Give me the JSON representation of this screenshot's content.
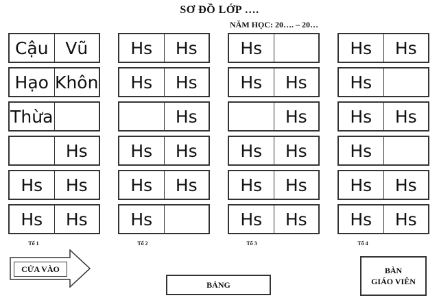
{
  "title": "SƠ ĐỒ LỚP ….",
  "subtitle": "NĂM HỌC: 20…. – 20…",
  "groups": [
    {
      "label": "Tổ 1",
      "rows": [
        [
          "Cậu",
          "Vũ"
        ],
        [
          "Hạo",
          "Khôn"
        ],
        [
          "Thừa",
          ""
        ],
        [
          "",
          "Hs"
        ],
        [
          "Hs",
          "Hs"
        ],
        [
          "Hs",
          "Hs"
        ]
      ]
    },
    {
      "label": "Tổ 2",
      "rows": [
        [
          "Hs",
          "Hs"
        ],
        [
          "Hs",
          "Hs"
        ],
        [
          "",
          "Hs"
        ],
        [
          "Hs",
          "Hs"
        ],
        [
          "Hs",
          "Hs"
        ],
        [
          "Hs",
          ""
        ]
      ]
    },
    {
      "label": "Tổ 3",
      "rows": [
        [
          "Hs",
          ""
        ],
        [
          "Hs",
          "Hs"
        ],
        [
          "",
          "Hs"
        ],
        [
          "Hs",
          "Hs"
        ],
        [
          "Hs",
          "Hs"
        ],
        [
          "Hs",
          "Hs"
        ]
      ]
    },
    {
      "label": "Tổ 4",
      "rows": [
        [
          "Hs",
          "Hs"
        ],
        [
          "Hs",
          ""
        ],
        [
          "Hs",
          "Hs"
        ],
        [
          "Hs",
          ""
        ],
        [
          "Hs",
          "Hs"
        ],
        [
          "Hs",
          "Hs"
        ]
      ]
    }
  ],
  "door_label": "CỬA VÀO",
  "board_label": "BẢNG",
  "teacher_desk": {
    "line1": "BÀN",
    "line2": "GIÁO VIÊN"
  }
}
